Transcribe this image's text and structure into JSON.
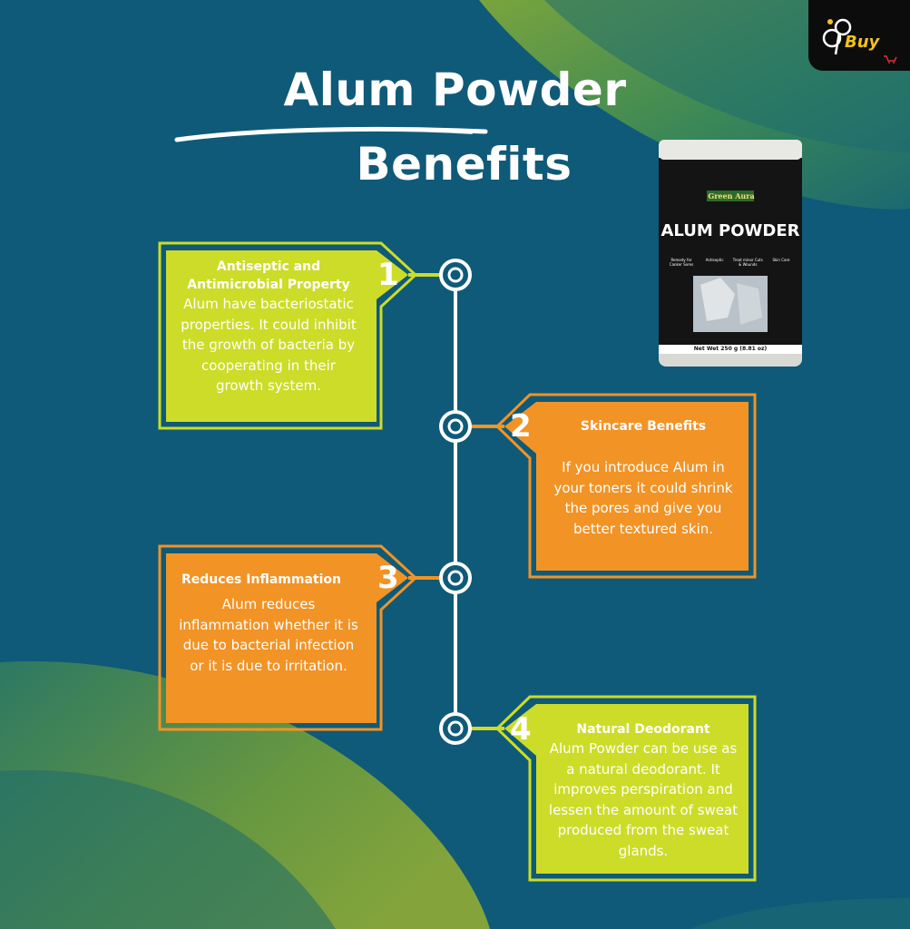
{
  "header": {
    "title_line1": "Alum Powder",
    "title_line2": "Benefits"
  },
  "logo": {
    "text": "Buy",
    "icon": "logo-mark-icon"
  },
  "product": {
    "brand": "Green Aura",
    "name": "ALUM POWDER",
    "net_weight": "Net Wet 250 g (8.81 oz)",
    "features": [
      "Remedy for Canker Sores",
      "Antiseptic",
      "Treat minor Cuts & Wounds",
      "Skin Care"
    ]
  },
  "benefits": [
    {
      "number": "1",
      "title_lines": [
        "Antiseptic and",
        "Antimicrobial Property"
      ],
      "body_lines": [
        "Alum have bacteriostatic",
        "properties. It could inhibit",
        "the growth of bacteria by",
        "cooperating in their",
        "growth system."
      ],
      "color": "#cddc28"
    },
    {
      "number": "2",
      "title_lines": [
        "Skincare Benefits"
      ],
      "body_lines": [
        "If you introduce Alum in",
        "your toners it could shrink",
        "the pores and give you",
        "better textured skin."
      ],
      "color": "#f29326"
    },
    {
      "number": "3",
      "title_lines": [
        "Reduces Inflammation"
      ],
      "body_lines": [
        "Alum reduces",
        "inflammation whether it is",
        "due to bacterial infection",
        "or it is due to irritation."
      ],
      "color": "#f29326"
    },
    {
      "number": "4",
      "title_lines": [
        "Natural Deodorant"
      ],
      "body_lines": [
        "Alum Powder can be use as",
        "a natural deodorant. It",
        "improves perspiration and",
        "lessen the amount of sweat",
        "produced from the sweat",
        "glands."
      ],
      "color": "#cddc28"
    }
  ],
  "colors": {
    "background": "#0f5a78",
    "accent_green": "#cddc28",
    "accent_orange": "#f29326",
    "timeline": "#ffffff"
  }
}
